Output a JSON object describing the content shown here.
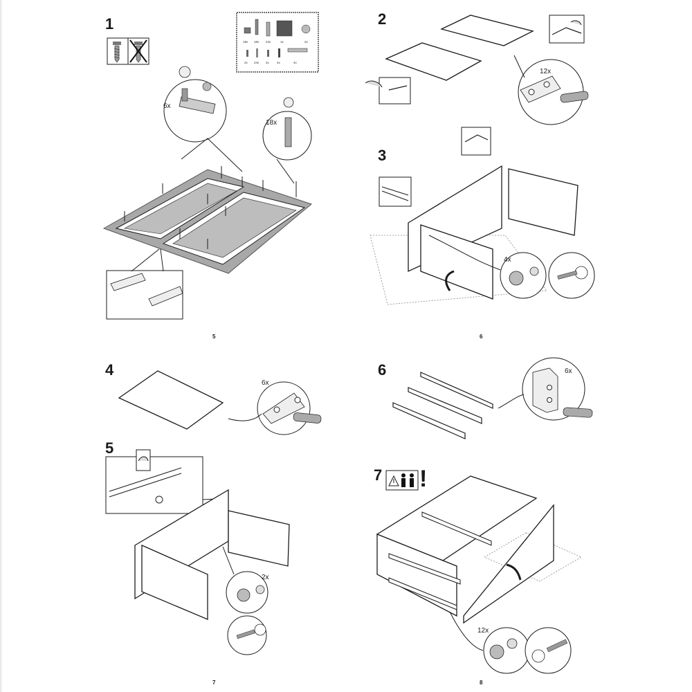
{
  "pages": [
    {
      "id": "p5",
      "page_number": "5",
      "steps": [
        {
          "number": "1",
          "quantity_labels": [
            "6x",
            "18x"
          ]
        }
      ],
      "parts_box_quantities": [
        "18x",
        "18x",
        "24x",
        "1x",
        "2x",
        "2x",
        "24x",
        "2x",
        "4x",
        "4x"
      ]
    },
    {
      "id": "p6",
      "page_number": "6",
      "steps": [
        {
          "number": "2",
          "quantity_labels": [
            "12x"
          ]
        },
        {
          "number": "3",
          "quantity_labels": [
            "4x"
          ]
        }
      ]
    },
    {
      "id": "p7",
      "page_number": "7",
      "steps": [
        {
          "number": "4",
          "quantity_labels": [
            "6x"
          ]
        },
        {
          "number": "5",
          "quantity_labels": [
            "2x"
          ]
        }
      ]
    },
    {
      "id": "p8",
      "page_number": "8",
      "steps": [
        {
          "number": "6",
          "quantity_labels": [
            "6x"
          ]
        },
        {
          "number": "7",
          "quantity_labels": [
            "12x"
          ],
          "warning_mark": "!"
        }
      ]
    }
  ],
  "icons": [
    "screw-icon",
    "no-screw-icon",
    "two-person-icon",
    "warning-triangle-icon",
    "hand-icon"
  ],
  "colors": {
    "line": "#1a1a1a",
    "rug": "#9a9a9a",
    "paper": "#ffffff"
  }
}
